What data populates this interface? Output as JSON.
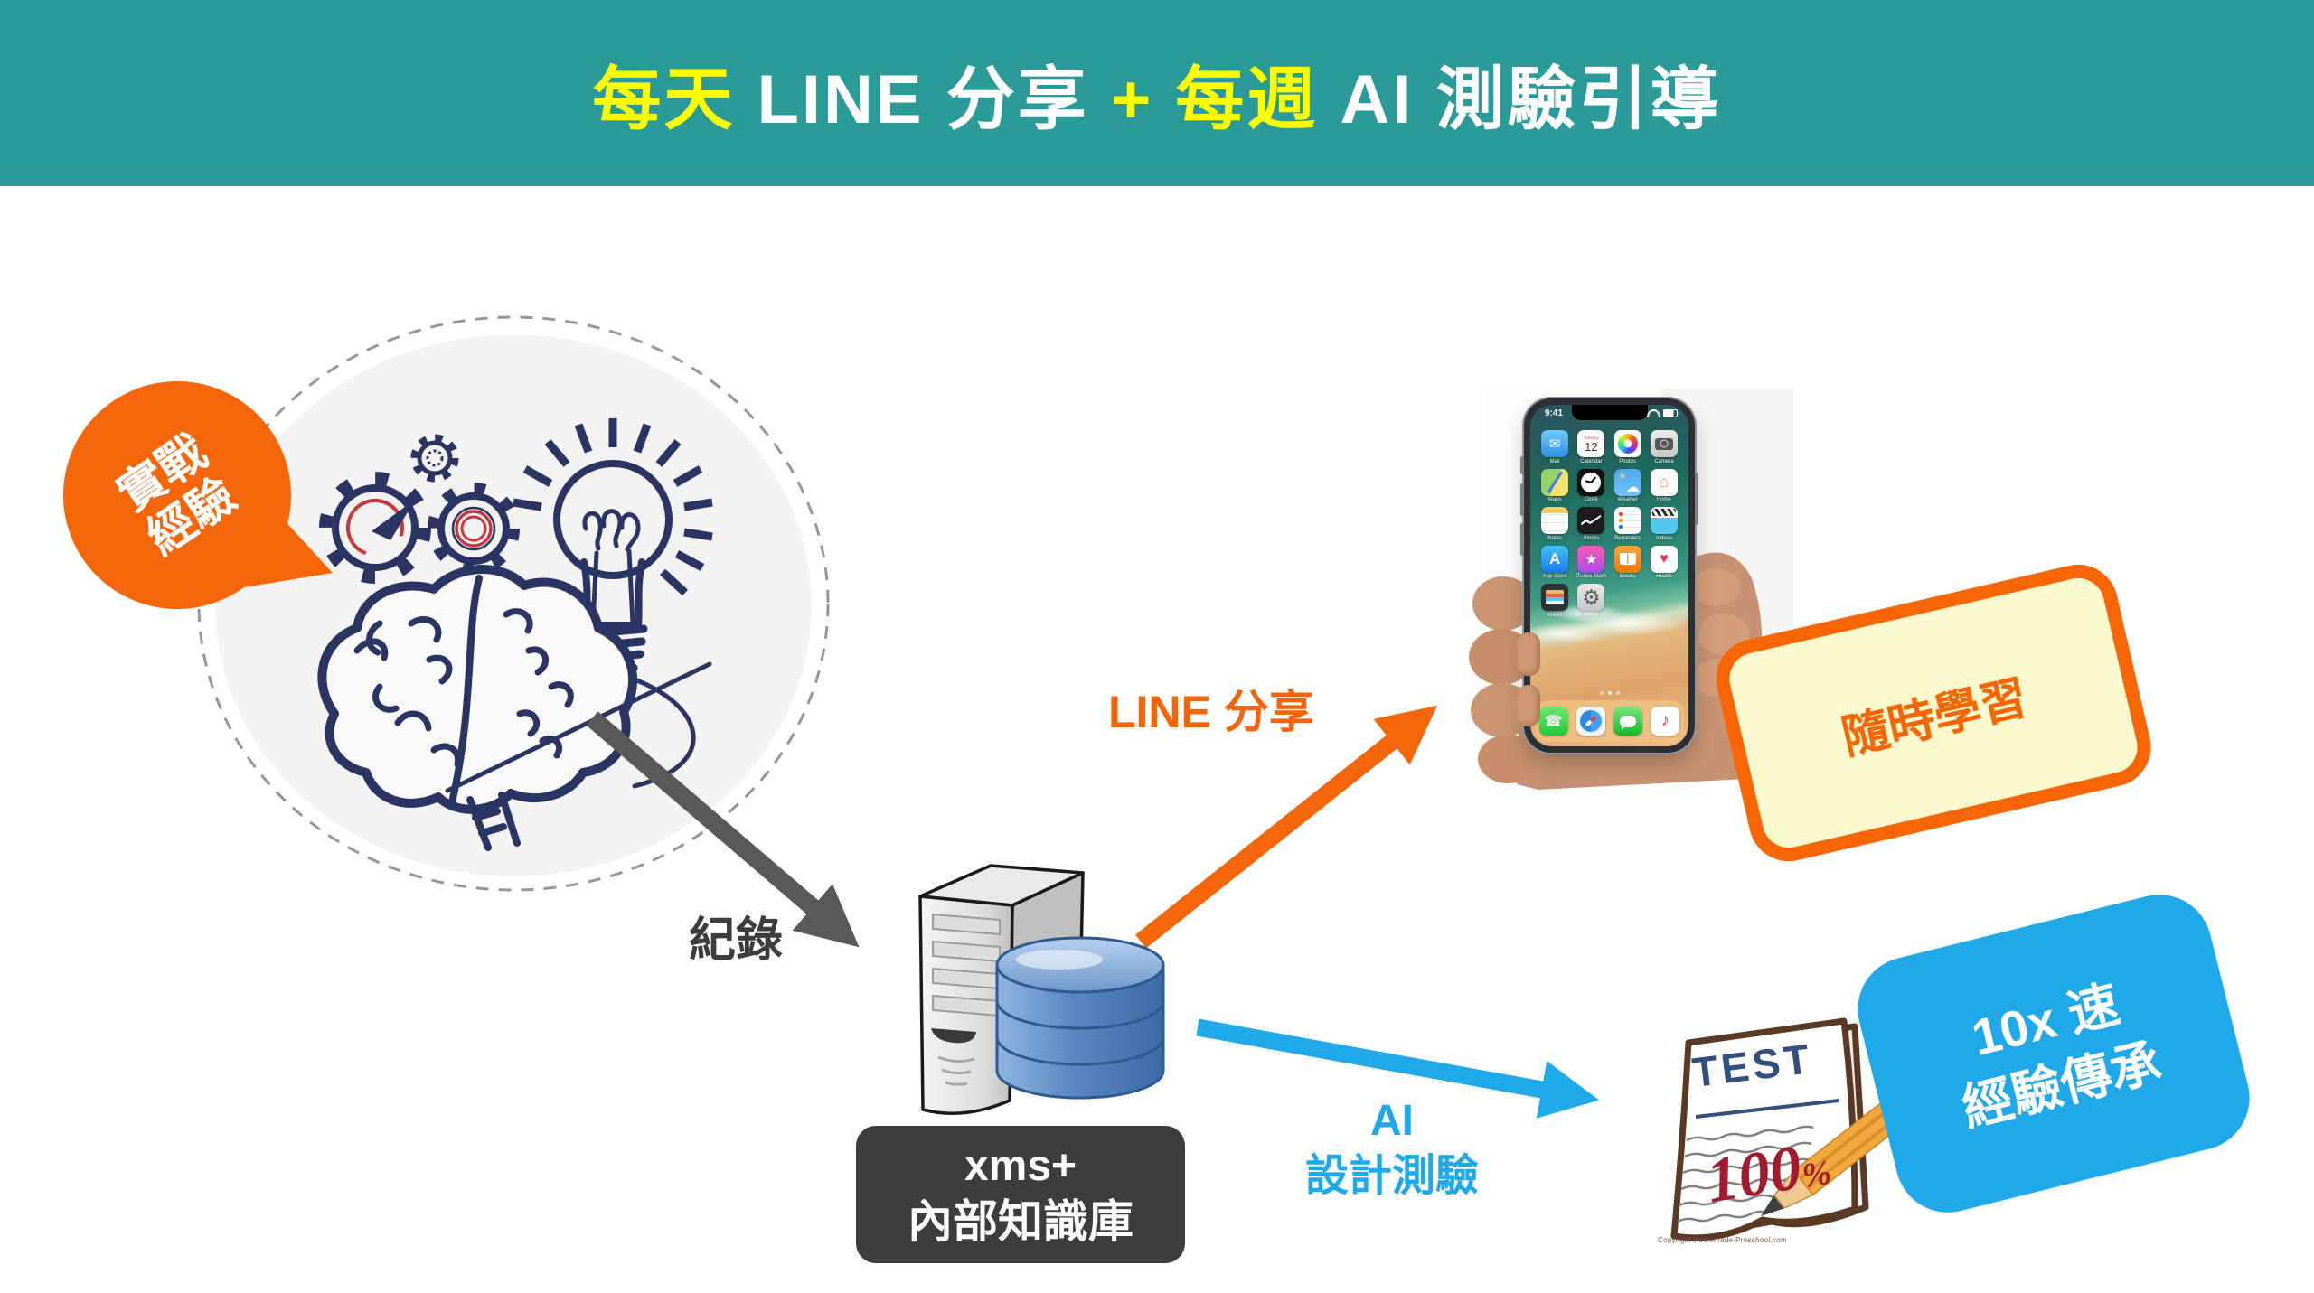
{
  "title": {
    "segments": [
      {
        "text": "每天 ",
        "color": "#FFFF00"
      },
      {
        "text": "LINE 分享 ",
        "color": "#FFFFFF"
      },
      {
        "text": "+ ",
        "color": "#FFFF00"
      },
      {
        "text": "每週 ",
        "color": "#FFFF00"
      },
      {
        "text": "AI 測驗引導",
        "color": "#FFFFFF"
      }
    ]
  },
  "experience_bubble": {
    "line1": "實戰",
    "line2": "經驗"
  },
  "flow": {
    "record_label": "紀錄",
    "line_share_label": "LINE 分享",
    "ai_line1": "AI",
    "ai_line2": "設計測驗"
  },
  "server_box": {
    "line1": "xms+",
    "line2": "內部知識庫"
  },
  "anytime_note": {
    "text": "隨時學習"
  },
  "speed_note": {
    "line1": "10x 速",
    "line2": "經驗傳承"
  },
  "test_paper": {
    "heading": "TEST",
    "score": "100",
    "percent_sign": "%",
    "copyright": "Copyright Homemade-Preschool.com"
  },
  "phone": {
    "status_time": "9:41",
    "calendar_weekday": "Tuesday",
    "calendar_day": "12",
    "apps": [
      {
        "label": "Mail",
        "glyph": "✉"
      },
      {
        "label": "Calendar"
      },
      {
        "label": "Photos"
      },
      {
        "label": "Camera"
      },
      {
        "label": "Maps"
      },
      {
        "label": "Clock"
      },
      {
        "label": "Weather",
        "sun": "☀",
        "cloud": "☁"
      },
      {
        "label": "Home",
        "glyph": "⌂"
      },
      {
        "label": "Notes"
      },
      {
        "label": "Stocks"
      },
      {
        "label": "Reminders"
      },
      {
        "label": "Videos"
      },
      {
        "label": "App Store",
        "glyph": "A"
      },
      {
        "label": "iTunes Store",
        "glyph": "★"
      },
      {
        "label": "iBooks"
      },
      {
        "label": "Health",
        "glyph": "♥"
      },
      {
        "label": "Wallet"
      },
      {
        "label": "Settings",
        "glyph": "⚙"
      }
    ],
    "dock": [
      {
        "name": "phone-icon",
        "glyph": "☎"
      },
      {
        "name": "safari-icon"
      },
      {
        "name": "messages-icon"
      },
      {
        "name": "music-icon",
        "glyph": "♪"
      }
    ]
  },
  "colors": {
    "header_bg": "#2A9B98",
    "title_yellow": "#FFFF00",
    "title_white": "#FFFFFF",
    "orange": "#F5650A",
    "blue": "#1FA9E8",
    "gray_arrow": "#595959",
    "dark_box": "#3D3D3D",
    "navy_illustration": "#2B3563",
    "red_accent": "#C9363C",
    "yellow_note_bg": "#FCF9CF"
  }
}
